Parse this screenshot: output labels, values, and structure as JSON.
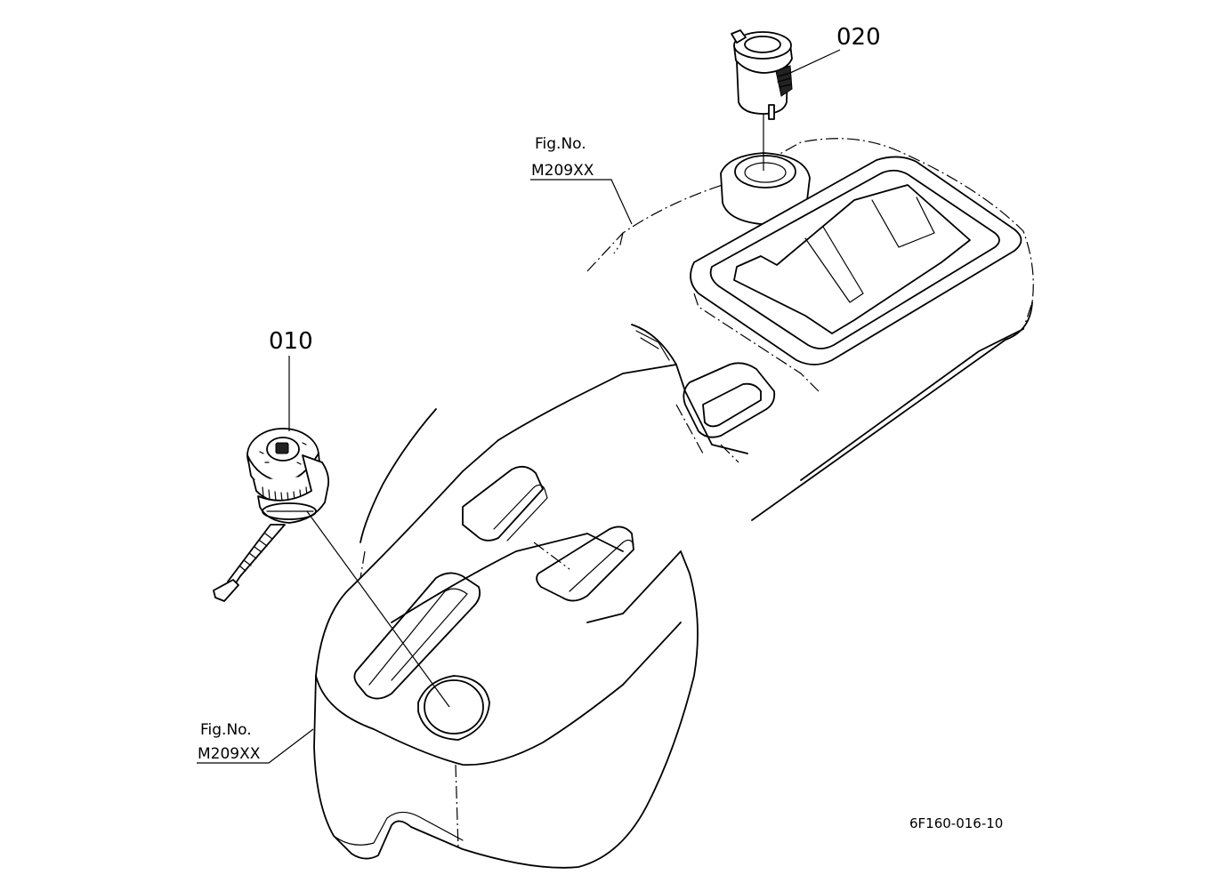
{
  "callouts": {
    "part_010": "010",
    "part_020": "020"
  },
  "fig_refs": {
    "upper": {
      "line1": "Fig.No.",
      "line2": "M209XX"
    },
    "lower": {
      "line1": "Fig.No.",
      "line2": "M209XX"
    }
  },
  "drawing_code": "6F160-016-10"
}
